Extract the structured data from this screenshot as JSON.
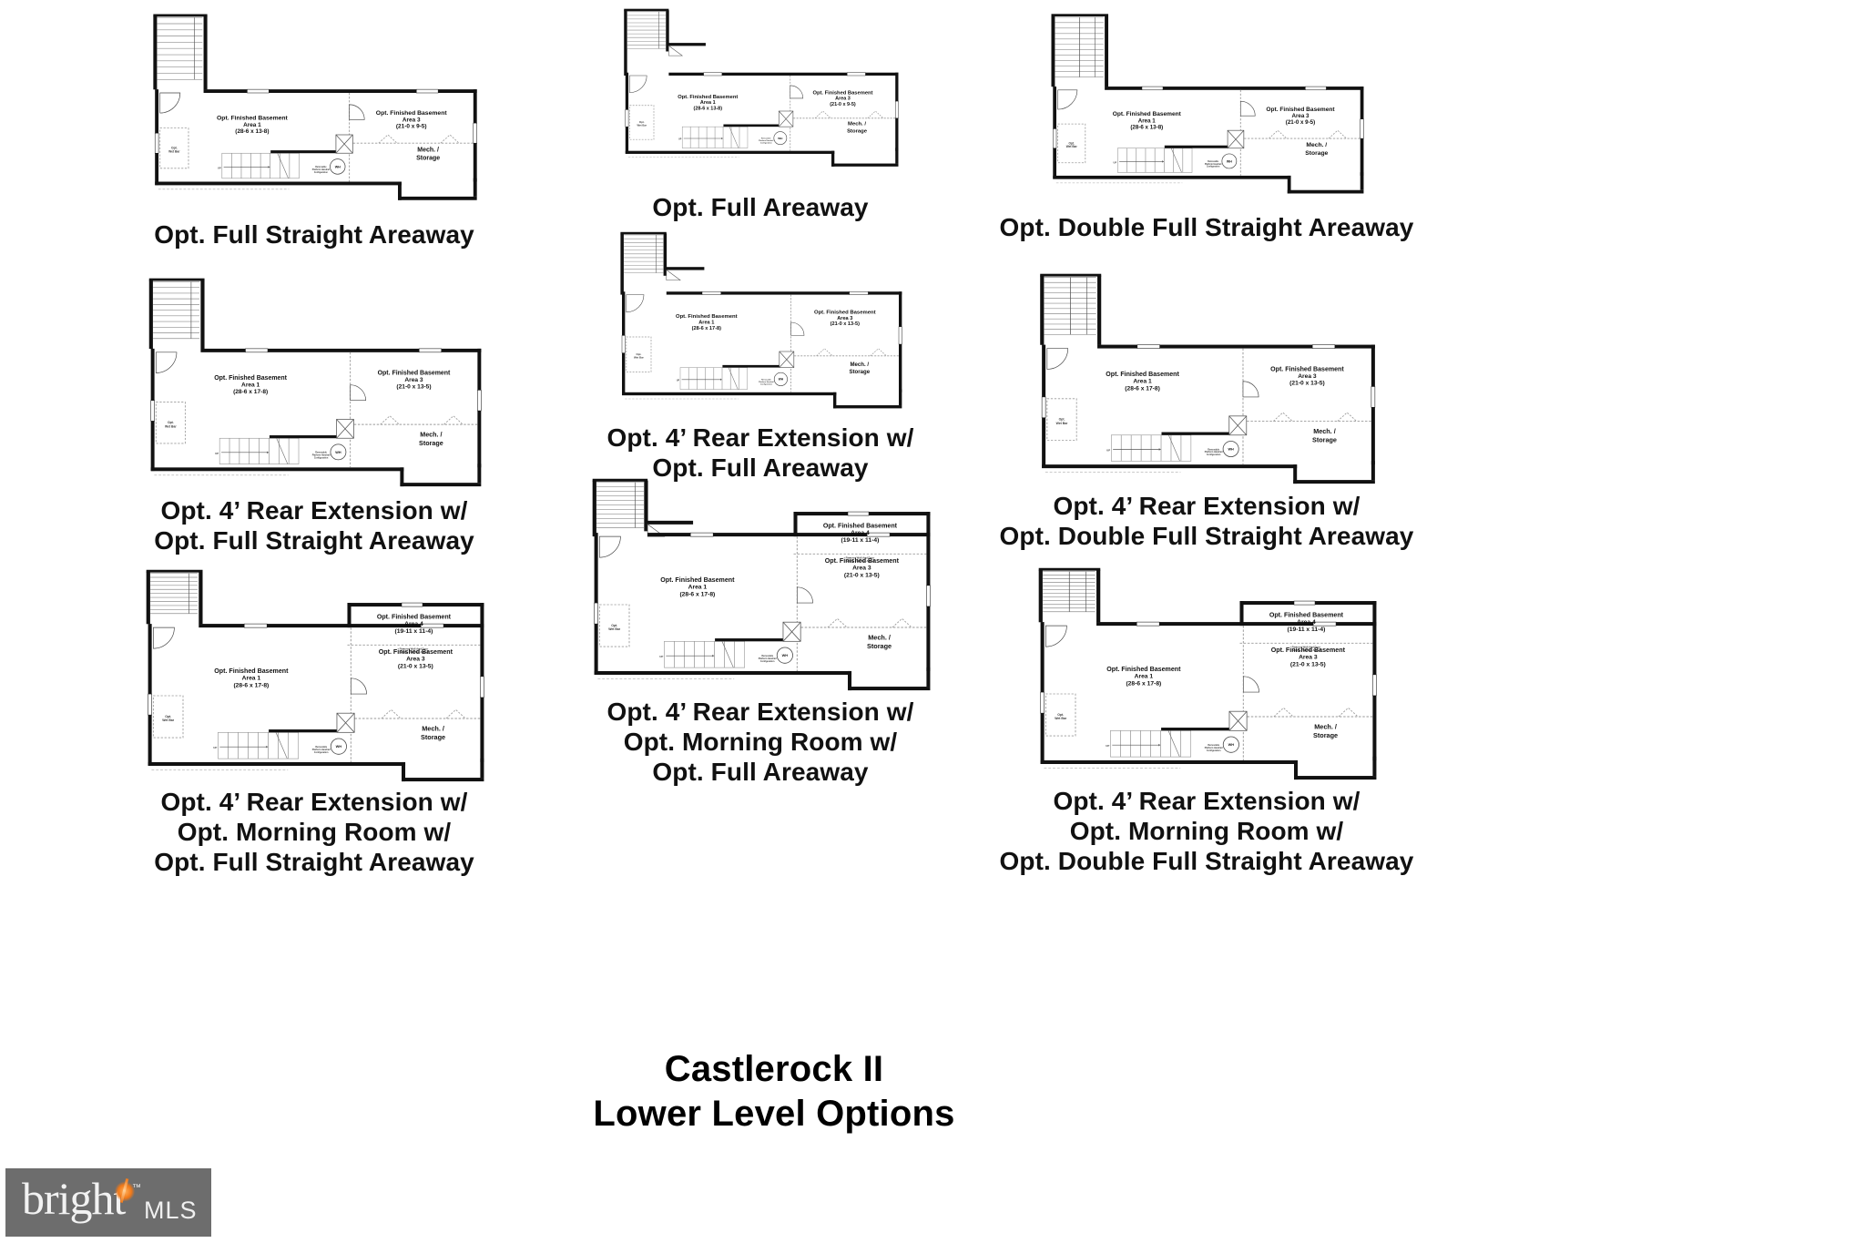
{
  "document": {
    "title": "Castlerock II",
    "subtitle": "Lower Level Options",
    "watermark": {
      "brand": "bright",
      "suffix": "MLS",
      "tm": "™"
    }
  },
  "labels": {
    "finished_basement": "Opt. Finished Basement",
    "mech_storage_line1": "Mech. /",
    "mech_storage_line2": "Storage",
    "wet_bar_line1": "Opt.",
    "wet_bar_line2": "Wet Bar",
    "water_heater": "WH",
    "stair_up": "UP",
    "remove_wall_line1": "Remove Wall And Door",
    "remove_wall_line2": "w/ Opt. Finished Area 4",
    "removable_note_line1": "Removable",
    "removable_note_line2": "Platform Handrail",
    "removable_note_line3": "Configuration"
  },
  "plans": [
    {
      "id": "full-straight-areaway",
      "caption": [
        "Opt. Full Straight Areaway"
      ],
      "rooms": [
        {
          "name": "Opt. Finished Basement",
          "area": "Area 1",
          "dims": "(28-6 x 13-8)"
        },
        {
          "name": "Opt. Finished Basement",
          "area": "Area 3",
          "dims": "(21-0 x 9-5)"
        }
      ],
      "has_area4": false,
      "areaway": "full-straight",
      "extension": false
    },
    {
      "id": "rear-ext-full-straight-areaway",
      "caption": [
        "Opt. 4’ Rear Extension w/",
        "Opt. Full Straight Areaway"
      ],
      "rooms": [
        {
          "name": "Opt. Finished Basement",
          "area": "Area 1",
          "dims": "(28-6 x 17-8)"
        },
        {
          "name": "Opt. Finished Basement",
          "area": "Area 3",
          "dims": "(21-0 x 13-5)"
        }
      ],
      "has_area4": false,
      "areaway": "full-straight",
      "extension": true
    },
    {
      "id": "rear-ext-morning-room-full-straight-areaway",
      "caption": [
        "Opt. 4’ Rear Extension w/",
        "Opt. Morning Room w/",
        "Opt. Full Straight Areaway"
      ],
      "rooms": [
        {
          "name": "Opt. Finished Basement",
          "area": "Area 4",
          "dims": "(19-11 x 11-4)"
        },
        {
          "name": "Opt. Finished Basement",
          "area": "Area 1",
          "dims": "(28-6 x 17-8)"
        },
        {
          "name": "Opt. Finished Basement",
          "area": "Area 3",
          "dims": "(21-0 x 13-5)"
        }
      ],
      "has_area4": true,
      "areaway": "full-straight",
      "extension": true
    },
    {
      "id": "full-areaway",
      "caption": [
        "Opt. Full Areaway"
      ],
      "rooms": [
        {
          "name": "Opt. Finished Basement",
          "area": "Area 1",
          "dims": "(28-6 x 13-8)"
        },
        {
          "name": "Opt. Finished Basement",
          "area": "Area 3",
          "dims": "(21-0 x 9-5)"
        }
      ],
      "has_area4": false,
      "areaway": "full",
      "extension": false
    },
    {
      "id": "rear-ext-full-areaway",
      "caption": [
        "Opt. 4’ Rear Extension w/",
        "Opt. Full Areaway"
      ],
      "rooms": [
        {
          "name": "Opt. Finished Basement",
          "area": "Area 1",
          "dims": "(28-6 x 17-8)"
        },
        {
          "name": "Opt. Finished Basement",
          "area": "Area 3",
          "dims": "(21-0 x 13-5)"
        }
      ],
      "has_area4": false,
      "areaway": "full",
      "extension": true
    },
    {
      "id": "rear-ext-morning-room-full-areaway",
      "caption": [
        "Opt. 4’ Rear Extension w/",
        "Opt. Morning Room w/",
        "Opt. Full Areaway"
      ],
      "rooms": [
        {
          "name": "Opt. Finished Basement",
          "area": "Area 4",
          "dims": "(19-11 x 11-4)"
        },
        {
          "name": "Opt. Finished Basement",
          "area": "Area 1",
          "dims": "(28-6 x 17-8)"
        },
        {
          "name": "Opt. Finished Basement",
          "area": "Area 3",
          "dims": "(21-0 x 13-5)"
        }
      ],
      "has_area4": true,
      "areaway": "full",
      "extension": true
    },
    {
      "id": "double-full-straight-areaway",
      "caption": [
        "Opt. Double Full Straight Areaway"
      ],
      "rooms": [
        {
          "name": "Opt. Finished Basement",
          "area": "Area 1",
          "dims": "(28-6 x 13-8)"
        },
        {
          "name": "Opt. Finished Basement",
          "area": "Area 3",
          "dims": "(21-0 x 9-5)"
        }
      ],
      "has_area4": false,
      "areaway": "double-full-straight",
      "extension": false
    },
    {
      "id": "rear-ext-double-full-straight-areaway",
      "caption": [
        "Opt. 4’ Rear Extension w/",
        "Opt. Double Full Straight Areaway"
      ],
      "rooms": [
        {
          "name": "Opt. Finished Basement",
          "area": "Area 1",
          "dims": "(28-6 x 17-8)"
        },
        {
          "name": "Opt. Finished Basement",
          "area": "Area 3",
          "dims": "(21-0 x 13-5)"
        }
      ],
      "has_area4": false,
      "areaway": "double-full-straight",
      "extension": true
    },
    {
      "id": "rear-ext-morning-room-double-full-straight-areaway",
      "caption": [
        "Opt. 4’ Rear Extension w/",
        "Opt. Morning Room w/",
        "Opt. Double Full Straight Areaway"
      ],
      "rooms": [
        {
          "name": "Opt. Finished Basement",
          "area": "Area 4",
          "dims": "(19-11 x 11-4)"
        },
        {
          "name": "Opt. Finished Basement",
          "area": "Area 1",
          "dims": "(28-6 x 17-8)"
        },
        {
          "name": "Opt. Finished Basement",
          "area": "Area 3",
          "dims": "(21-0 x 13-5)"
        }
      ],
      "has_area4": true,
      "areaway": "double-full-straight",
      "extension": true
    }
  ],
  "colors": {
    "wall": "#111111",
    "interior_dash": "#9a9a9a",
    "background": "#ffffff",
    "watermark_bg": "#6d6d6d",
    "watermark_accent": "#f07818"
  }
}
